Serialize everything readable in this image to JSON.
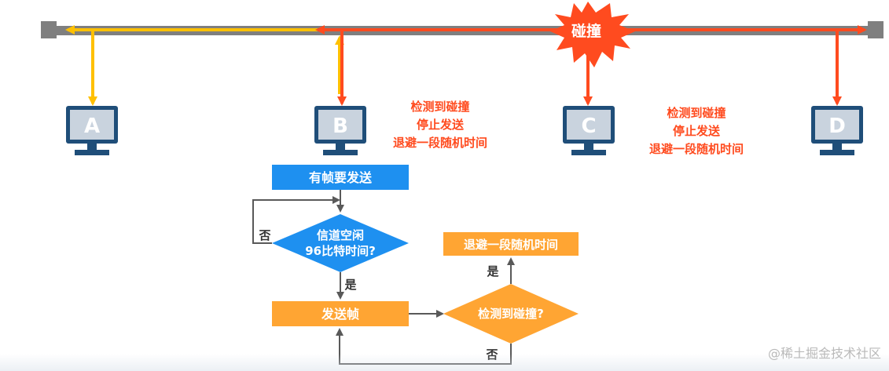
{
  "bus": {
    "collision_label": "碰撞",
    "colors": {
      "bus": "#7f7f7f",
      "signal_a": "#ffc000",
      "signal_b": "#ff4b1f",
      "collision": "#ff4b1f"
    }
  },
  "stations": [
    {
      "label": "A"
    },
    {
      "label": "B"
    },
    {
      "label": "C"
    },
    {
      "label": "D"
    }
  ],
  "notes": {
    "b": [
      "检测到碰撞",
      "停止发送",
      "退避一段随机时间"
    ],
    "c": [
      "检测到碰撞",
      "停止发送",
      "退避一段随机时间"
    ]
  },
  "flowchart": {
    "start": "有帧要发送",
    "idle_check_line1": "信道空闲",
    "idle_check_line2": "96比特时间?",
    "no_label_1": "否",
    "yes_label_1": "是",
    "send": "发送帧",
    "collision_check": "检测到碰撞?",
    "yes_label_2": "是",
    "no_label_2": "否",
    "backoff": "退避一段随机时间",
    "colors": {
      "blue": "#1e90f0",
      "orange": "#ffa533",
      "arrow": "#595959"
    }
  },
  "watermark": "@稀土掘金技术社区"
}
